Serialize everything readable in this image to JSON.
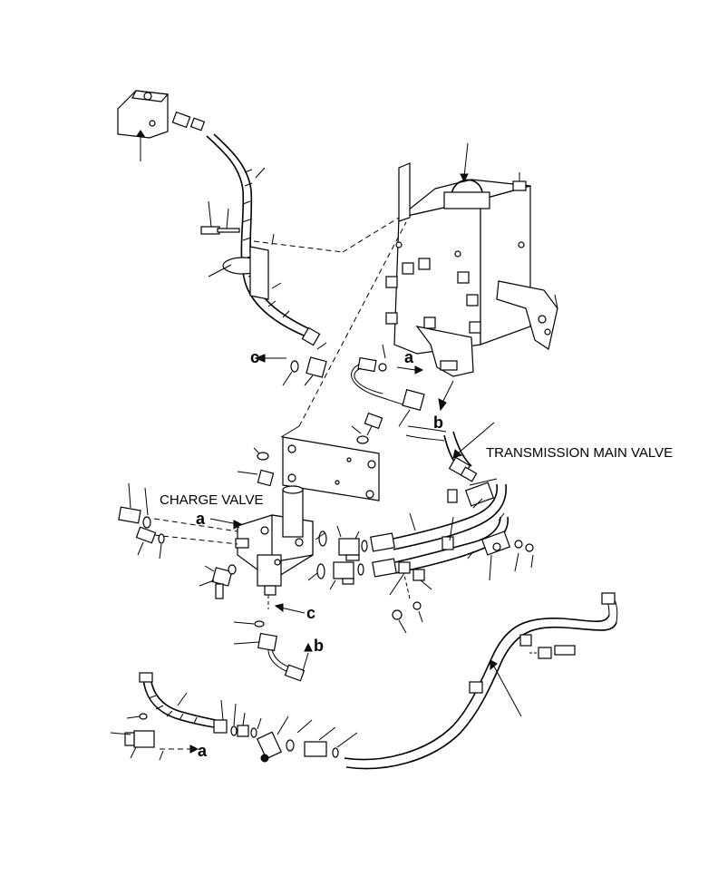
{
  "labels": {
    "transmission_main_valve": "TRANSMISSION MAIN VALVE",
    "charge_valve": "CHARGE VALVE"
  },
  "callouts": {
    "a_upper": "a",
    "a_valve": "a",
    "a_lower": "a",
    "b_upper": "b",
    "b_lower": "b",
    "c_upper": "c",
    "c_lower": "c"
  }
}
